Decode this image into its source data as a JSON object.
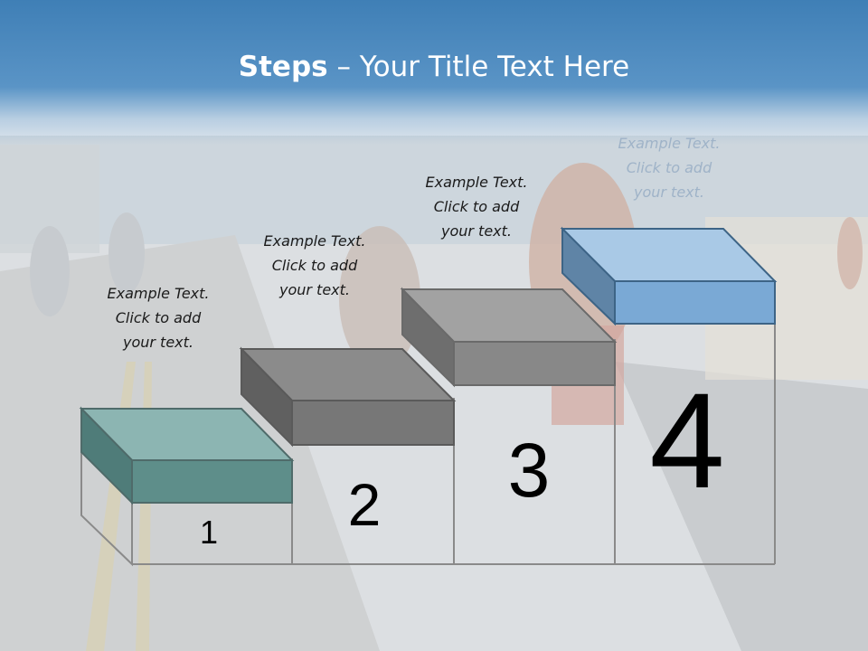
{
  "slide": {
    "title_bold": "Steps",
    "title_rest": " – Your Title Text Here"
  },
  "steps": [
    {
      "number": "1",
      "caption": [
        "Example Text.",
        "Click  to add",
        "your text."
      ],
      "color": "#5e8e8a"
    },
    {
      "number": "2",
      "caption": [
        "Example Text.",
        "Click  to add",
        "your text."
      ],
      "color": "#707070"
    },
    {
      "number": "3",
      "caption": [
        "Example Text.",
        "Click  to add",
        "your text."
      ],
      "color": "#858585"
    },
    {
      "number": "4",
      "caption": [
        "Example Text.",
        "Click  to add",
        "your text."
      ],
      "color": "#7aa9d5"
    }
  ]
}
